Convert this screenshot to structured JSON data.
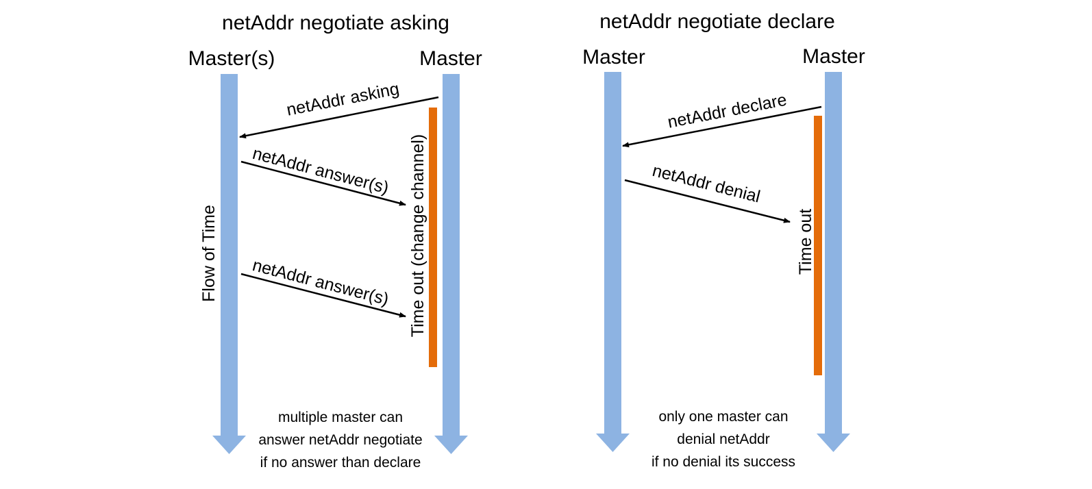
{
  "colors": {
    "lifeline": "#8db3e2",
    "timeout_bar": "#e46c0a",
    "arrow": "#000000",
    "text": "#000000",
    "background": "#ffffff"
  },
  "left_panel": {
    "title": "netAddr negotiate asking",
    "lane_left": "Master(s)",
    "lane_right": "Master",
    "time_axis_label": "Flow of Time",
    "timeout_label": "Time out (change channel)",
    "messages": [
      "netAddr asking",
      "netAddr answer(s)",
      "netAddr answer(s)"
    ],
    "note_lines": [
      "multiple master can",
      "answer netAddr negotiate",
      "if no answer than declare"
    ]
  },
  "right_panel": {
    "title": "netAddr negotiate declare",
    "lane_left": "Master",
    "lane_right": "Master",
    "timeout_label": "Time out",
    "messages": [
      "netAddr declare",
      "netAddr denial"
    ],
    "note_lines": [
      "only one master can",
      "denial netAddr",
      "if no denial its success"
    ]
  }
}
